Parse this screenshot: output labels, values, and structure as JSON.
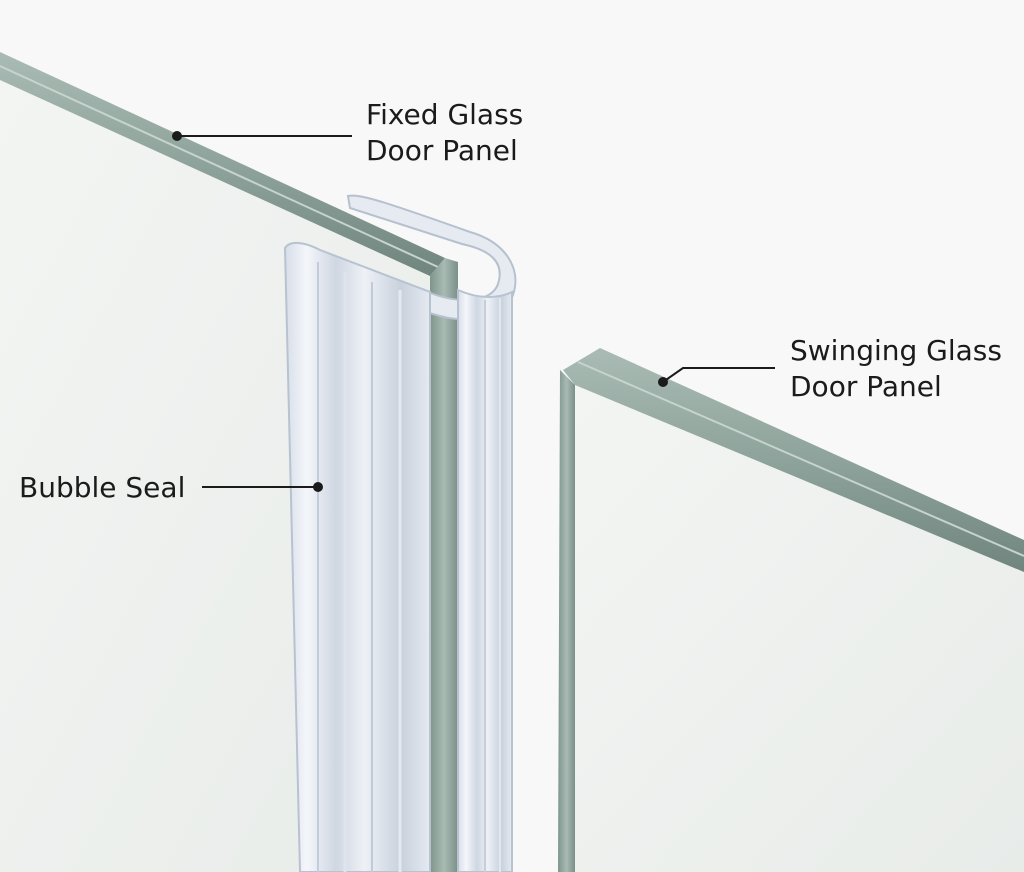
{
  "labels": {
    "fixed_panel": {
      "line1": "Fixed Glass",
      "line2": "Door Panel"
    },
    "swinging_panel": {
      "line1": "Swinging Glass",
      "line2": "Door Panel"
    },
    "bubble_seal": "Bubble Seal"
  },
  "colors": {
    "background": "#f7f8f7",
    "glass_face": "#eef1ee",
    "glass_edge": "#8fa39c",
    "seal_clear": "#e3e8ef",
    "leader_line": "#1b1b1b"
  }
}
